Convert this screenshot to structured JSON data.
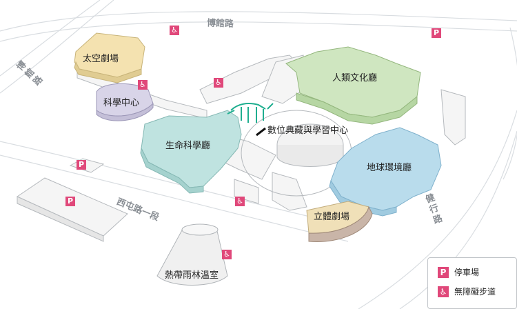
{
  "roads": {
    "top": "博館路",
    "left_vertical": "博館路",
    "middle": "西屯路一段",
    "right_vertical": "健行路"
  },
  "buildings": {
    "space_theater": "太空劇場",
    "science_center": "科學中心",
    "human_culture_hall": "人類文化廳",
    "digital_center": "數位典藏與學習中心",
    "life_science_hall": "生命科學廳",
    "earth_environment_hall": "地球環境廳",
    "stereo_theater": "立體劇場",
    "rainforest_greenhouse": "熱帶雨林溫室"
  },
  "legend": {
    "parking_symbol": "P",
    "parking_label": "停車場",
    "accessible_label": "無障礙步道",
    "accessible_icon": "wheelchair-icon"
  },
  "colors": {
    "human_culture": "#cfe6c0",
    "life_science": "#bfe3e0",
    "earth_environment": "#b9dcec",
    "space_theater": "#f4e2b0",
    "science_center": "#d8d4e8",
    "stereo_theater": "#f0e0b8",
    "marker": "#e0487a"
  }
}
